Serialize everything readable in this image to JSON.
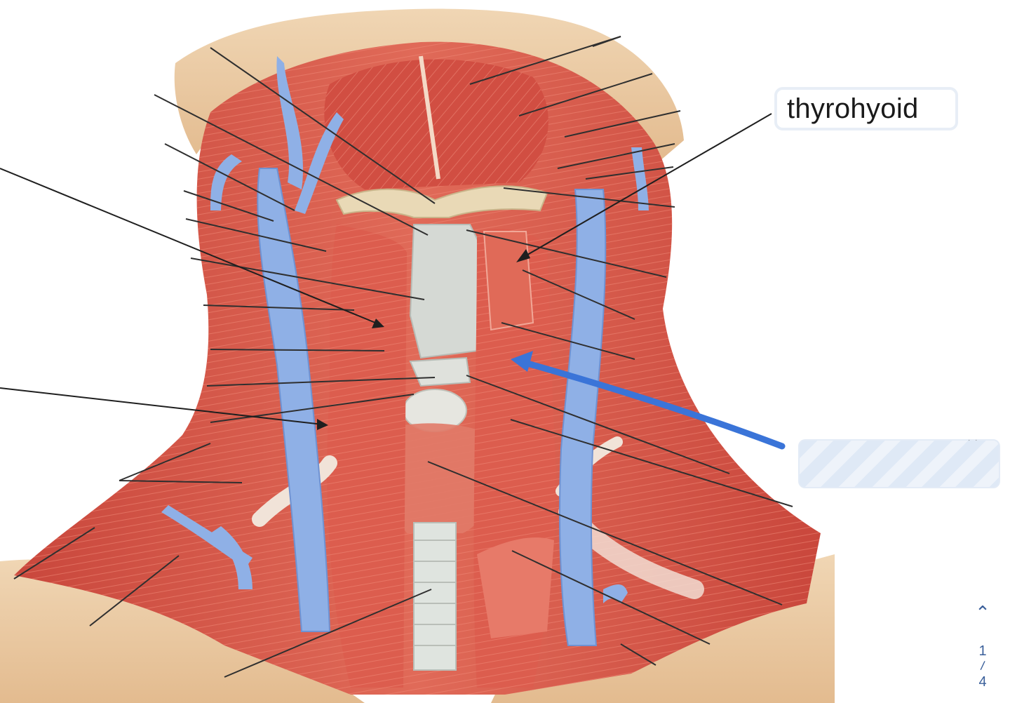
{
  "labels": {
    "filled": "thyrohyoid",
    "answer_placeholder": ""
  },
  "pager": {
    "up_icon": "chevron-up-icon",
    "current": "1",
    "separator": "/",
    "total": "4"
  },
  "colors": {
    "muscle": "#d8584a",
    "muscle_light": "#e98070",
    "vein": "#8fb0e6",
    "bone": "#e9c9a2",
    "cartilage": "#d9dcd8",
    "leader_line": "#333333",
    "answer_arrow": "#3a74d8"
  }
}
